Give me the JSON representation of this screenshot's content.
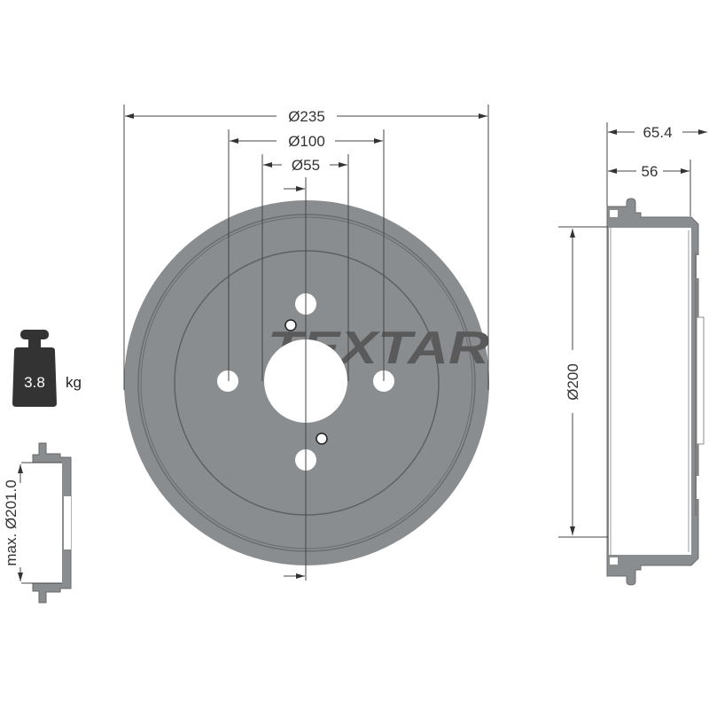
{
  "brand": {
    "watermark": "TEXTAR"
  },
  "front_view": {
    "dimensions": {
      "outer_diameter": "Ø235",
      "bolt_circle": "Ø100",
      "center_bore": "Ø55"
    },
    "bolt_holes": 4,
    "pin_holes": 2
  },
  "side_view": {
    "dimensions": {
      "total_height": "65.4",
      "inner_depth": "56",
      "braking_diameter": "Ø200"
    }
  },
  "weight": {
    "value": "3.8",
    "unit": "kg",
    "icon": "weight-icon"
  },
  "wear_limit": {
    "label": "max. Ø201.0"
  },
  "colors": {
    "part_fill": "#8a8d90",
    "line": "#333333",
    "background": "#ffffff"
  }
}
